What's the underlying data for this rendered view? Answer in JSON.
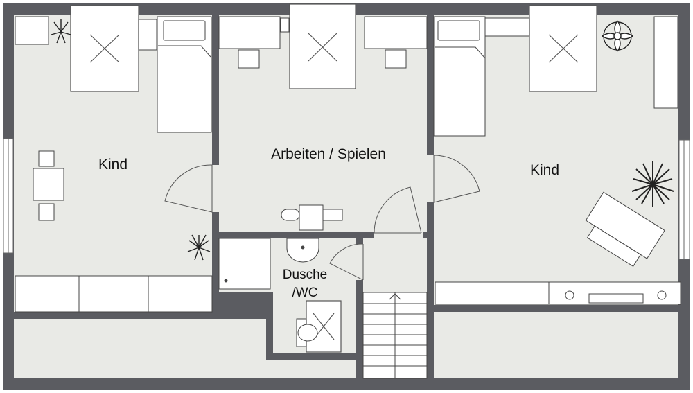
{
  "rooms": {
    "kind_left": "Kind",
    "work_play": "Arbeiten / Spielen",
    "kind_right": "Kind",
    "shower_line1": "Dusche",
    "shower_line2": "/WC"
  },
  "colors": {
    "wall": "#5b5c61",
    "floor": "#e9eae6",
    "furniture": "#ffffff",
    "line": "#333333",
    "plant": "#222222"
  },
  "icons": [
    "skylight-icon",
    "bed-icon",
    "desk-icon",
    "chair-icon",
    "plant-icon",
    "sink-icon",
    "toilet-icon",
    "shower-icon",
    "stairs-icon",
    "door-swing-icon",
    "window-icon",
    "lounge-chair-icon"
  ]
}
